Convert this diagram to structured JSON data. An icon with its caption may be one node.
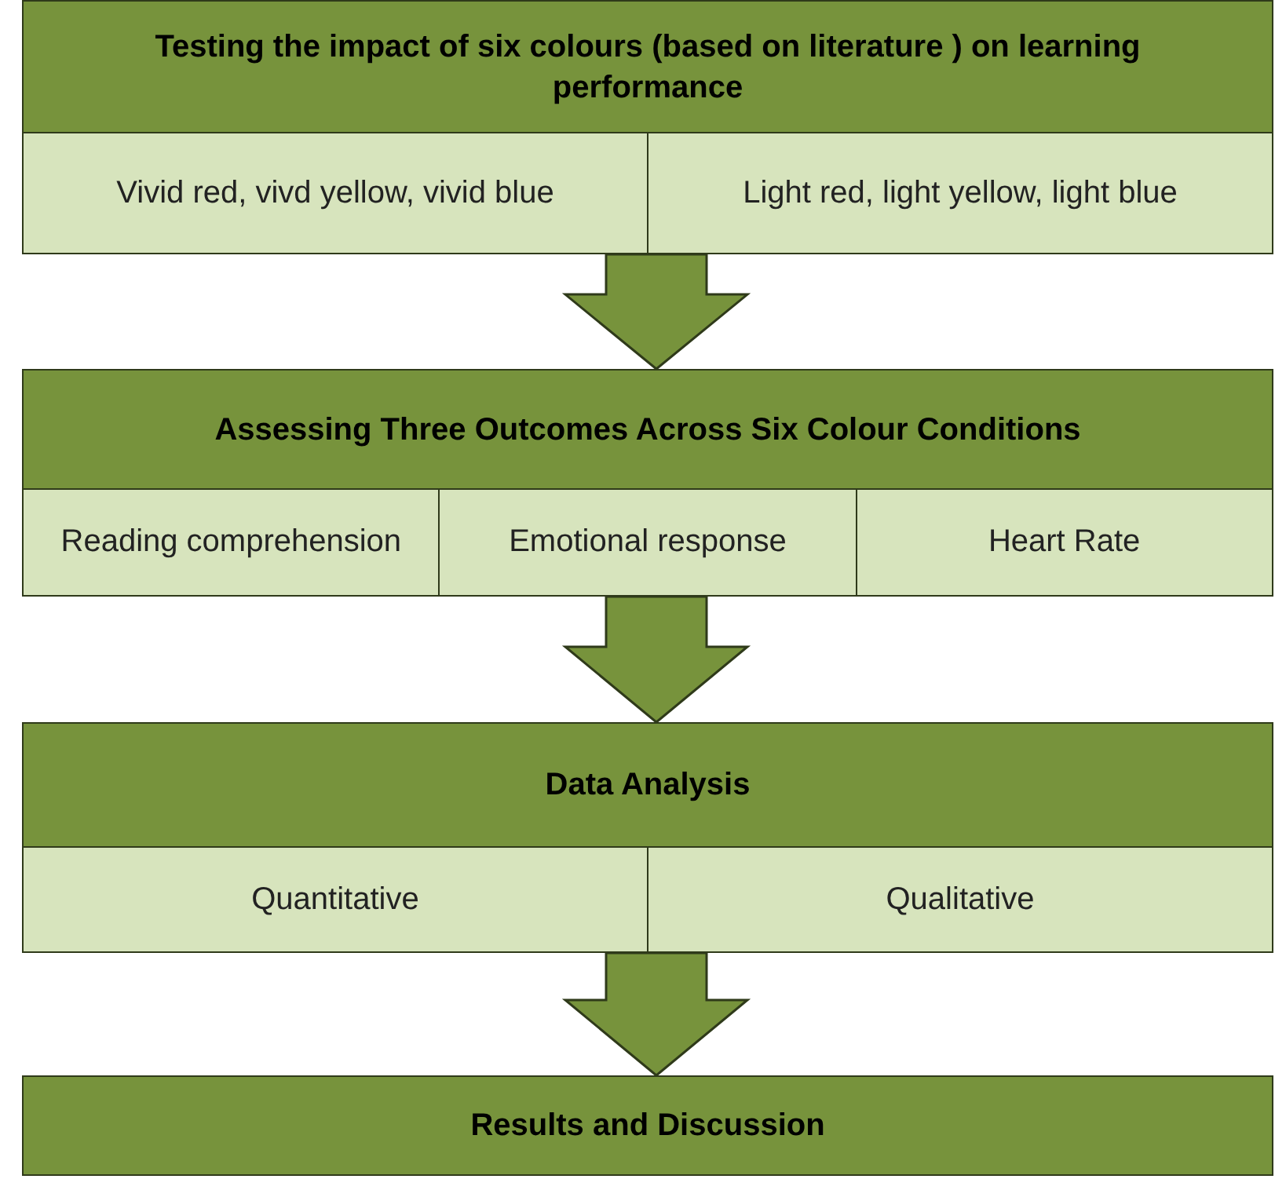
{
  "diagram": {
    "nodes": [
      {
        "text": [
          "Testing the impact of six colours (based on literature ) on learning performance"
        ]
      },
      {
        "text": [
          "Vivid red, vivd yellow, vivid blue"
        ],
        "in": 0
      },
      {
        "text": [
          "Light red, light yellow, light blue"
        ],
        "in": 0
      },
      {
        "text": [
          "Assessing Three Outcomes Across Six Colour Conditions"
        ]
      },
      {
        "text": [
          "Reading comprehension"
        ],
        "in": 3
      },
      {
        "text": [
          "Emotional response"
        ],
        "in": 3
      },
      {
        "text": [
          "Heart Rate"
        ],
        "in": 3
      },
      {
        "text": [
          "Data Analysis"
        ]
      },
      {
        "text": [
          "Quantitative"
        ],
        "in": 7
      },
      {
        "text": [
          "Qualitative"
        ],
        "in": 7
      },
      {
        "text": [
          "Results and Discussion"
        ]
      }
    ],
    "edges": [
      {
        "from": 0,
        "to": 3,
        "arrow": "to"
      },
      {
        "from": 3,
        "to": 7,
        "arrow": "to"
      },
      {
        "from": 7,
        "to": 10,
        "arrow": "to"
      }
    ]
  }
}
